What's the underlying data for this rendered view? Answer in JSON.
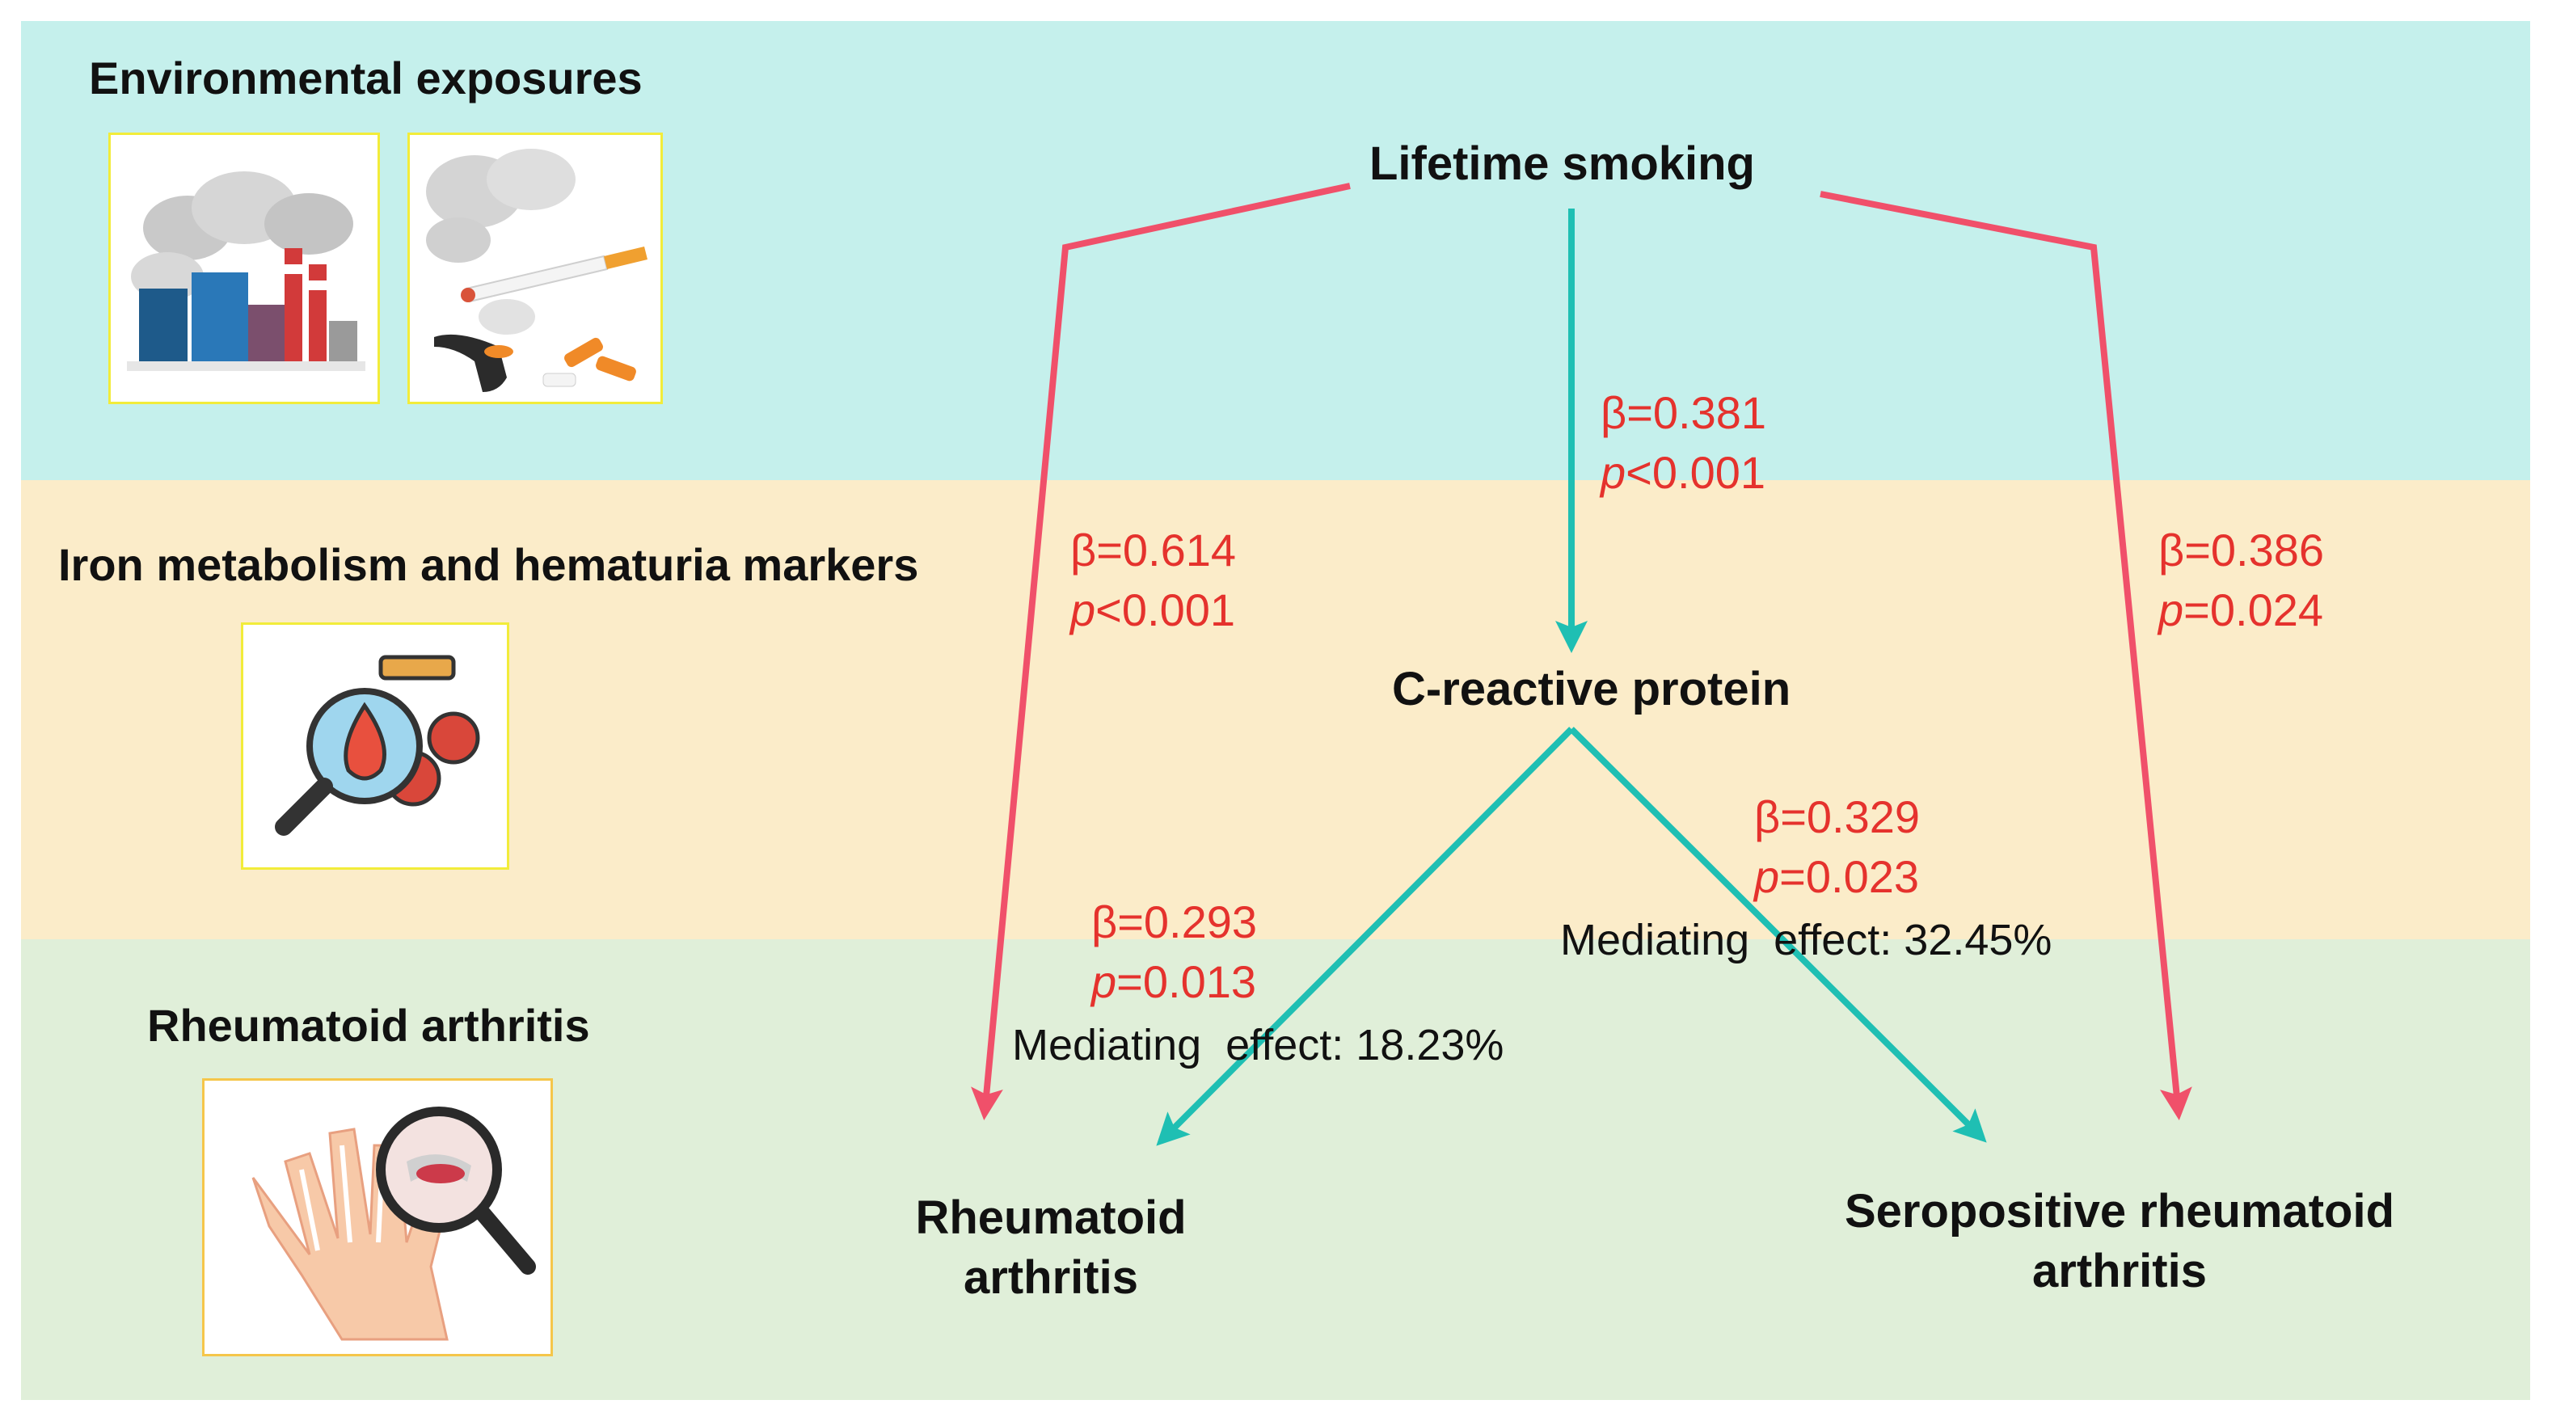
{
  "sections": {
    "environmental": "Environmental exposures",
    "iron": "Iron metabolism and hematuria markers",
    "ra": "Rheumatoid arthritis"
  },
  "icons": {
    "factory": "factory-pollution-icon",
    "cigarette": "cigarette-pipe-icon",
    "blood": "blood-test-magnifier-icon",
    "hand": "hand-joint-magnifier-icon"
  },
  "nodes": {
    "smoking": "Lifetime smoking",
    "crp": "C-reactive protein",
    "ra_line1": "Rheumatoid",
    "ra_line2": "arthritis",
    "sra_line1": "Seropositive rheumatoid",
    "sra_line2": "arthritis"
  },
  "edges": {
    "smoking_crp": {
      "beta": "β=0.381",
      "p_label": "p",
      "p_value": "<0.001"
    },
    "smoking_ra": {
      "beta": "β=0.614",
      "p_label": "p",
      "p_value": "<0.001"
    },
    "smoking_sra": {
      "beta": "β=0.386",
      "p_label": "p",
      "p_value": "=0.024"
    },
    "crp_ra": {
      "beta": "β=0.293",
      "p_label": "p",
      "p_value": "=0.013",
      "mediating": "Mediating  effect: 18.23%"
    },
    "crp_sra": {
      "beta": "β=0.329",
      "p_label": "p",
      "p_value": "=0.023",
      "mediating": "Mediating  effect: 32.45%"
    }
  },
  "colors": {
    "band_environmental": "#c5f0ec",
    "band_iron": "#fbecc9",
    "band_ra": "#e0efd9",
    "direct_arrow": "#f0506a",
    "mediated_arrow": "#1fbfb3",
    "stat_text": "#e5322d"
  }
}
